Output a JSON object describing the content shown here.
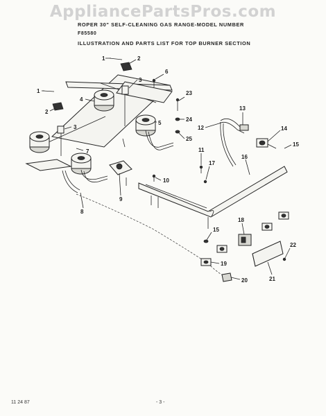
{
  "watermark": "AppliancePartsPros.com",
  "header": {
    "line1": "ROPER 30\" SELF-CLEANING GAS RANGE-MODEL NUMBER",
    "line2": "F85580",
    "line3": "ILLUSTRATION AND PARTS LIST FOR TOP BURNER SECTION"
  },
  "footer": {
    "date": "11 24 87",
    "page": "- 3 -"
  },
  "callouts": {
    "c1a": "1",
    "c2a": "2",
    "c3a": "3",
    "c6": "6",
    "c1b": "1",
    "c2b": "2",
    "c3b": "3",
    "c4": "4",
    "c23": "23",
    "c24": "24",
    "c5": "5",
    "c25": "25",
    "c13": "13",
    "c12": "12",
    "c14": "14",
    "c15a": "15",
    "c11": "11",
    "c17": "17",
    "c16": "16",
    "c7": "7",
    "c10": "10",
    "c9": "9",
    "c8": "8",
    "c18": "18",
    "c15b": "15",
    "c22": "22",
    "c19": "19",
    "c21": "21",
    "c20": "20"
  }
}
